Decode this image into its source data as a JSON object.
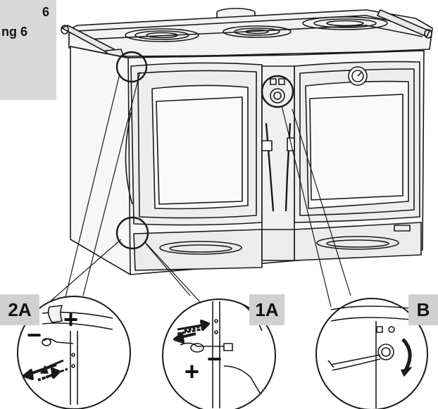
{
  "corner_caption": {
    "line1": "6",
    "line2": "ng 6"
  },
  "callouts": {
    "left": "2A",
    "middle": "1A",
    "right": "B"
  },
  "signs": {
    "plus": "+",
    "minus": "−"
  },
  "colors": {
    "stroke": "#1a1a1a",
    "label_bg": "#d0d0d0",
    "caption_bg": "#d8d8d8",
    "stove_fill": "#f2f2f2"
  }
}
